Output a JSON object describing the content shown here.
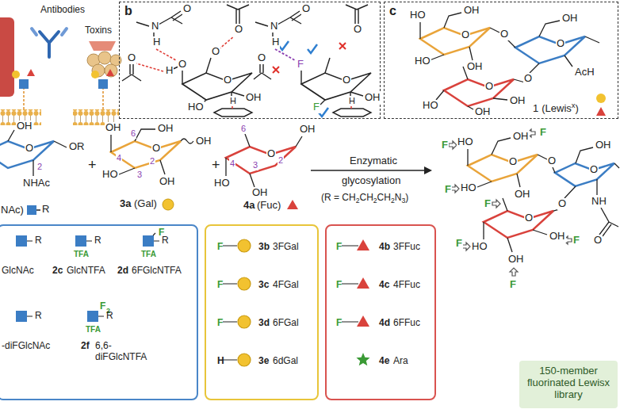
{
  "diagram": {
    "nodes": [
      {
        "text": [
          "b"
        ]
      },
      {
        "text": [
          "c"
        ]
      },
      {
        "text": [
          "R",
          "GlcNAc",
          "TFA",
          "R",
          "2c",
          "GlcNTFA",
          "F",
          "TFA",
          "R",
          "2d",
          "6FGlcNTFA",
          "R",
          "-diFGlcNAc",
          "F",
          "2",
          "TFA",
          "R",
          "2f",
          "6,6-diFGlcNTFA"
        ]
      },
      {
        "text": [
          "F",
          "3b",
          "3FGal",
          "F",
          "3c",
          "4FGal",
          "F",
          "3d",
          "6FGal",
          "H",
          "3e",
          "6dGal"
        ]
      },
      {
        "text": [
          "F",
          "4b",
          "3FFuc",
          "F",
          "4c",
          "4FFuc",
          "F",
          "4d",
          "6FFuc",
          "4e",
          "Ara"
        ]
      },
      {
        "text": [
          "150-member fluorinated Lewisx library"
        ]
      }
    ],
    "labels": [
      "Antibodies",
      "Toxins",
      "N",
      "H",
      "O",
      "O",
      "H",
      "O",
      "O",
      "O",
      "O",
      "HO",
      "H",
      "OH",
      "N",
      "H",
      "O",
      "F",
      "O",
      "O",
      "O",
      "F",
      "H",
      "OH",
      "HO",
      "OH",
      "HO",
      "OH",
      "O",
      "O",
      "OH",
      "O",
      "AcH",
      "O",
      "O",
      "HO",
      "OH",
      "OH",
      "1",
      "(Lewis",
      "x",
      ")",
      "OH",
      "O",
      "OR",
      "2",
      "NHAc",
      "NAc)",
      "R",
      "+",
      "OH",
      "OH",
      "6",
      "4",
      "HO",
      "3",
      "OH",
      "2",
      "O",
      "OH",
      "3a",
      "(Gal)",
      "+",
      "6",
      "O",
      "OH",
      "4",
      "3",
      "2",
      "HO",
      "OH",
      "4a",
      "(Fuc)",
      "Enzymatic",
      "glycosylation",
      "(R = CH",
      "2",
      "CH",
      "2",
      "CH",
      "2",
      "N",
      "3",
      ")",
      "HO",
      "OH",
      "HO",
      "OH",
      "O",
      "O",
      "OH",
      "O",
      "NH",
      "O",
      "O",
      "O",
      "HO",
      "OH",
      "OH",
      "F",
      "F",
      "F",
      "F",
      "F",
      "F",
      "F"
    ]
  }
}
